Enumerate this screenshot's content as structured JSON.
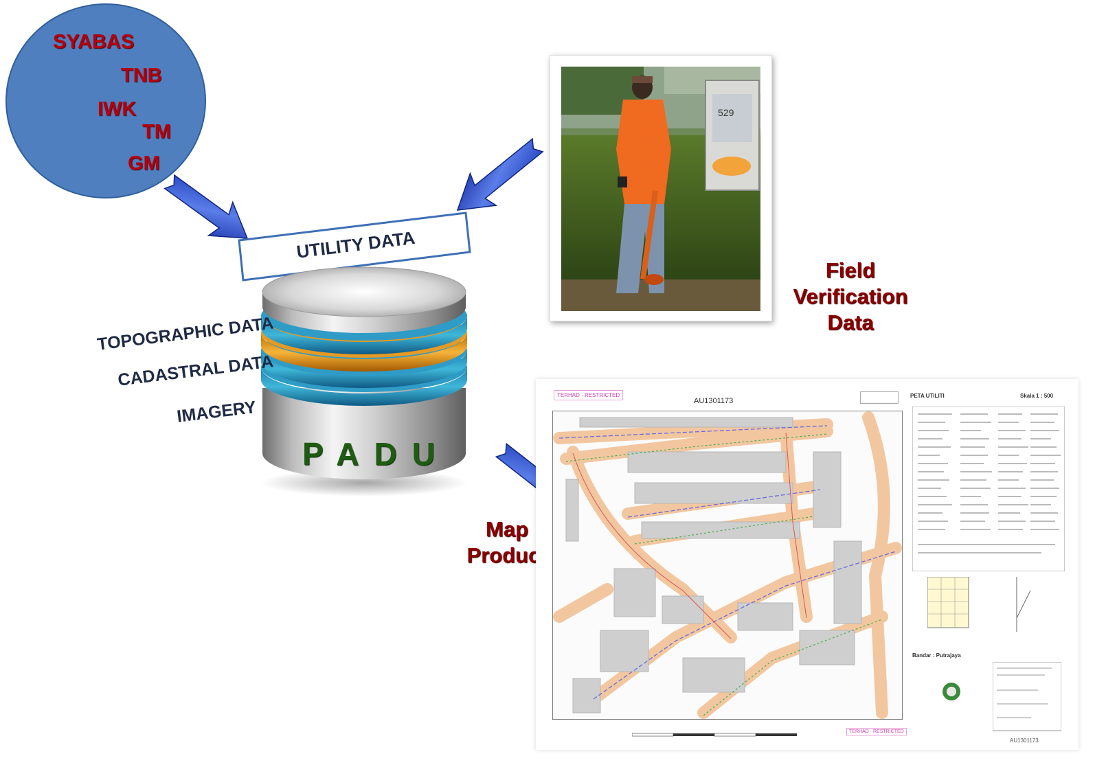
{
  "sources": {
    "items": [
      "SYABAS",
      "TNB",
      "IWK",
      "TM",
      "GM"
    ]
  },
  "utility_box": {
    "label": "UTILITY DATA"
  },
  "database": {
    "name": "PADU",
    "layers": [
      "TOPOGRAPHIC DATA",
      "CADASTRAL DATA",
      "IMAGERY"
    ]
  },
  "field": {
    "line1": "Field",
    "line2": "Verification",
    "line3": "Data"
  },
  "map": {
    "label_line1": "Map",
    "label_line2": "Product",
    "sheet_no": "AU1301173",
    "legend_title": "PETA UTILITI",
    "scale": "Skala 1 : 500",
    "restricted": "TERHAD · RESTRICTED",
    "daerah": "Bandar  :  Putrajaya",
    "footer_no": "AU1301173"
  },
  "colors": {
    "circle": "#4f7fbf",
    "agency_text": "#b3000d",
    "label_red": "#8b0000",
    "padu_text": "#1e5c12"
  }
}
